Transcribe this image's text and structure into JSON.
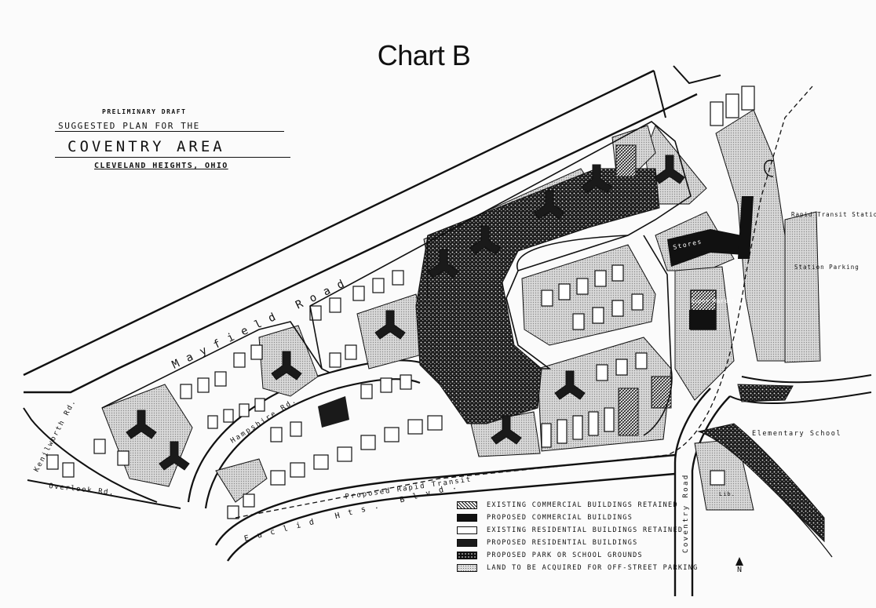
{
  "page": {
    "title": "Chart B"
  },
  "title_block": {
    "draft": "Preliminary Draft",
    "suggested": "Suggested Plan For The",
    "area": "Coventry Area",
    "city": "Cleveland Heights, Ohio"
  },
  "streets": {
    "mayfield": "Mayfield Road",
    "hampshire": "Hampshire Rd.",
    "euclid": "Euclid Hts. Blvd.",
    "kenilworth": "Kenilworth Rd.",
    "overlook": "Overlook Rd.",
    "coventry": "Coventry Road",
    "rapid_transit": "Proposed Rapid Transit"
  },
  "places": {
    "rapid_station": "Rapid Transit Station",
    "station_parking": "Station Parking",
    "elementary_school": "Elementary School",
    "stores": "Stores",
    "super_market": "Super Market",
    "library": "Lib."
  },
  "legend": [
    {
      "label": "Existing Commercial Buildings Retained",
      "pattern": "commercial-existing"
    },
    {
      "label": "Proposed Commercial Buildings",
      "pattern": "commercial-proposed"
    },
    {
      "label": "Existing Residential Buildings Retained",
      "pattern": "residential-existing"
    },
    {
      "label": "Proposed Residential Buildings",
      "pattern": "residential-proposed"
    },
    {
      "label": "Proposed Park or School Grounds",
      "pattern": "park"
    },
    {
      "label": "Land to be Acquired for Off-Street Parking",
      "pattern": "parking"
    }
  ],
  "north": "N",
  "colors": {
    "ink": "#111111",
    "paper": "#fbfbfb",
    "parking": "#cfcfcf",
    "park": "#2b2b2b"
  }
}
